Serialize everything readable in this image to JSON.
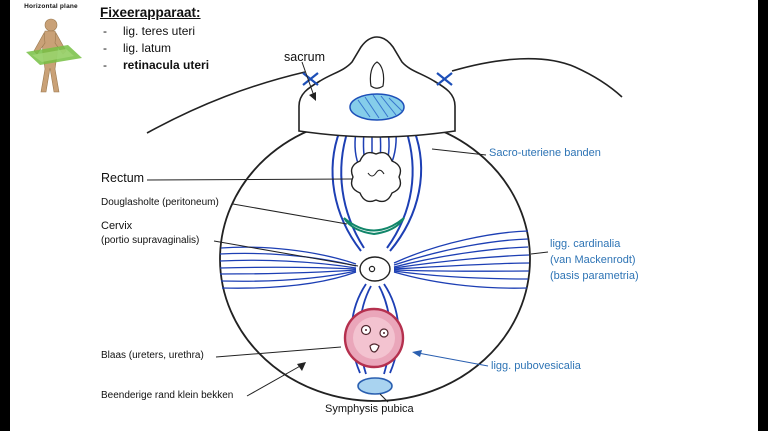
{
  "plane_indicator": {
    "label": "Horizontal plane"
  },
  "header": {
    "title": "Fixeerapparaat:",
    "bullet": "-",
    "items": [
      {
        "label": "lig. teres uteri"
      },
      {
        "label": "lig. latum"
      },
      {
        "label": "retinacula uteri"
      }
    ]
  },
  "labels": {
    "sacrum": "sacrum",
    "rectum": "Rectum",
    "douglas": "Douglasholte (peritoneum)",
    "cervix_line1": "Cervix",
    "cervix_line2": "(portio supravaginalis)",
    "blaas": "Blaas (ureters, urethra)",
    "beenderige": "Beenderige rand klein bekken",
    "symphysis": "Symphysis pubica",
    "sacro_uteriene": "Sacro-uteriene banden",
    "cardinalia_line1": "ligg. cardinalia",
    "cardinalia_line2": "(van Mackenrodt)",
    "cardinalia_line3": "(basis parametria)",
    "pubovesicalia": "ligg. pubovesicalia"
  },
  "colors": {
    "ligament_blue": "#1d3fb4",
    "label_blue": "#2e74b5",
    "douglas_green": "#12866a",
    "bladder_ring": "#b5304e",
    "bladder_fill": "#eaa6ba",
    "sacrum_body_fill": "#85cdea",
    "symphysis_fill": "#a9d3f0",
    "plane_green": "#76c043",
    "skin": "#c9a177"
  }
}
